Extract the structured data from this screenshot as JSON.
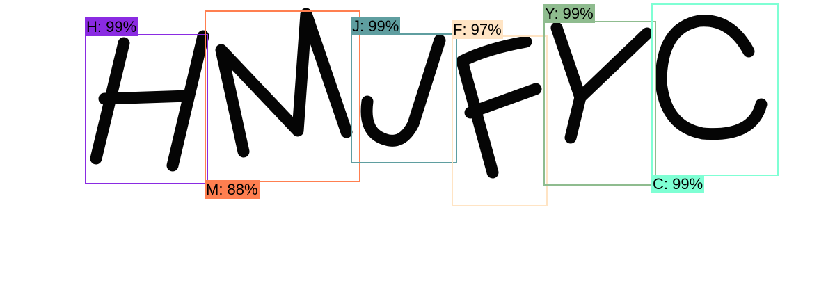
{
  "detections": [
    {
      "letter": "H",
      "label": "H: 99%",
      "color": "#8a2be2"
    },
    {
      "letter": "M",
      "label": "M: 88%",
      "color": "#ff7f50"
    },
    {
      "letter": "J",
      "label": "J: 99%",
      "color": "#5f9ea0"
    },
    {
      "letter": "F",
      "label": "F: 97%",
      "color": "#ffe4c4"
    },
    {
      "letter": "Y",
      "label": "Y: 99%",
      "color": "#8fbc8f"
    },
    {
      "letter": "C",
      "label": "C: 99%",
      "color": "#7fffd4"
    }
  ]
}
